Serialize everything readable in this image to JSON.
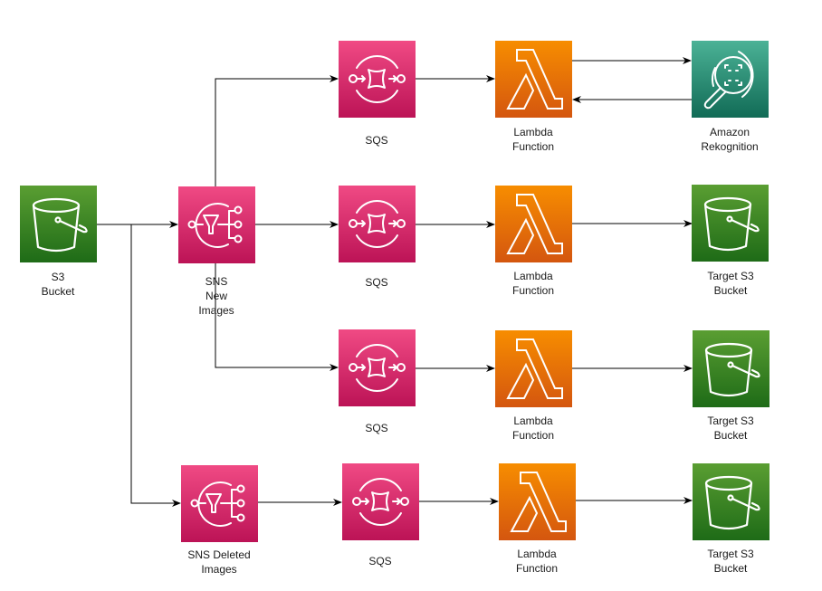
{
  "diagram": {
    "nodes": [
      {
        "id": "s3-source",
        "type": "s3",
        "label": "S3\nBucket"
      },
      {
        "id": "sns-new",
        "type": "sns",
        "label": "SNS\nNew\nImages"
      },
      {
        "id": "sns-deleted",
        "type": "sns",
        "label": "SNS Deleted\nImages"
      },
      {
        "id": "sqs-1",
        "type": "sqs",
        "label": "SQS"
      },
      {
        "id": "sqs-2",
        "type": "sqs",
        "label": "SQS"
      },
      {
        "id": "sqs-3",
        "type": "sqs",
        "label": "SQS"
      },
      {
        "id": "sqs-4",
        "type": "sqs",
        "label": "SQS"
      },
      {
        "id": "lambda-1",
        "type": "lambda",
        "label": "Lambda\nFunction"
      },
      {
        "id": "lambda-2",
        "type": "lambda",
        "label": "Lambda\nFunction"
      },
      {
        "id": "lambda-3",
        "type": "lambda",
        "label": "Lambda\nFunction"
      },
      {
        "id": "lambda-4",
        "type": "lambda",
        "label": "Lambda\nFunction"
      },
      {
        "id": "rekognition",
        "type": "rekognition",
        "label": "Amazon\nRekognition"
      },
      {
        "id": "target-s3-2",
        "type": "s3",
        "label": "Target S3\nBucket"
      },
      {
        "id": "target-s3-3",
        "type": "s3",
        "label": "Target S3\nBucket"
      },
      {
        "id": "target-s3-4",
        "type": "s3",
        "label": "Target S3\nBucket"
      }
    ],
    "edges": [
      {
        "from": "s3-source",
        "to": "sns-new"
      },
      {
        "from": "s3-source",
        "to": "sns-deleted"
      },
      {
        "from": "sns-new",
        "to": "sqs-1"
      },
      {
        "from": "sns-new",
        "to": "sqs-2"
      },
      {
        "from": "sns-new",
        "to": "sqs-3"
      },
      {
        "from": "sns-deleted",
        "to": "sqs-4"
      },
      {
        "from": "sqs-1",
        "to": "lambda-1"
      },
      {
        "from": "sqs-2",
        "to": "lambda-2"
      },
      {
        "from": "sqs-3",
        "to": "lambda-3"
      },
      {
        "from": "sqs-4",
        "to": "lambda-4"
      },
      {
        "from": "lambda-1",
        "to": "rekognition"
      },
      {
        "from": "rekognition",
        "to": "lambda-1"
      },
      {
        "from": "lambda-2",
        "to": "target-s3-2"
      },
      {
        "from": "lambda-3",
        "to": "target-s3-3"
      },
      {
        "from": "lambda-4",
        "to": "target-s3-4"
      }
    ]
  },
  "colors": {
    "s3": "#3f8624",
    "sns": "#e7157b",
    "sqs": "#e7157b",
    "lambda": "#ed7100",
    "rekognition": "#01a88d",
    "edge": "#000000"
  }
}
